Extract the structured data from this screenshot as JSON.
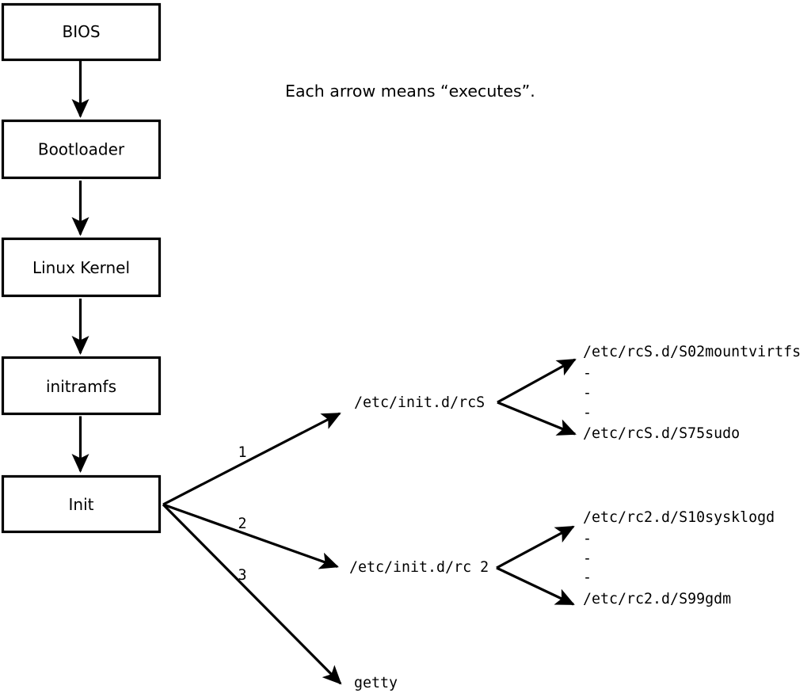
{
  "note": "Each arrow means “executes”.",
  "flow_boxes": {
    "bios": "BIOS",
    "bootloader": "Bootloader",
    "kernel": "Linux Kernel",
    "initramfs": "initramfs",
    "init": "Init"
  },
  "init_branches": {
    "b1": {
      "label": "1",
      "target": "/etc/init.d/rcS"
    },
    "b2": {
      "label": "2",
      "target": "/etc/init.d/rc 2"
    },
    "b3": {
      "label": "3",
      "target": "getty"
    }
  },
  "rcS_scripts": [
    "/etc/rcS.d/S02mountvirtfs",
    "-",
    "-",
    "-",
    "/etc/rcS.d/S75sudo"
  ],
  "rc2_scripts": [
    "/etc/rc2.d/S10sysklogd",
    "-",
    "-",
    "-",
    "/etc/rc2.d/S99gdm"
  ],
  "colors": {
    "ink": "#000000",
    "paper": "#ffffff"
  }
}
